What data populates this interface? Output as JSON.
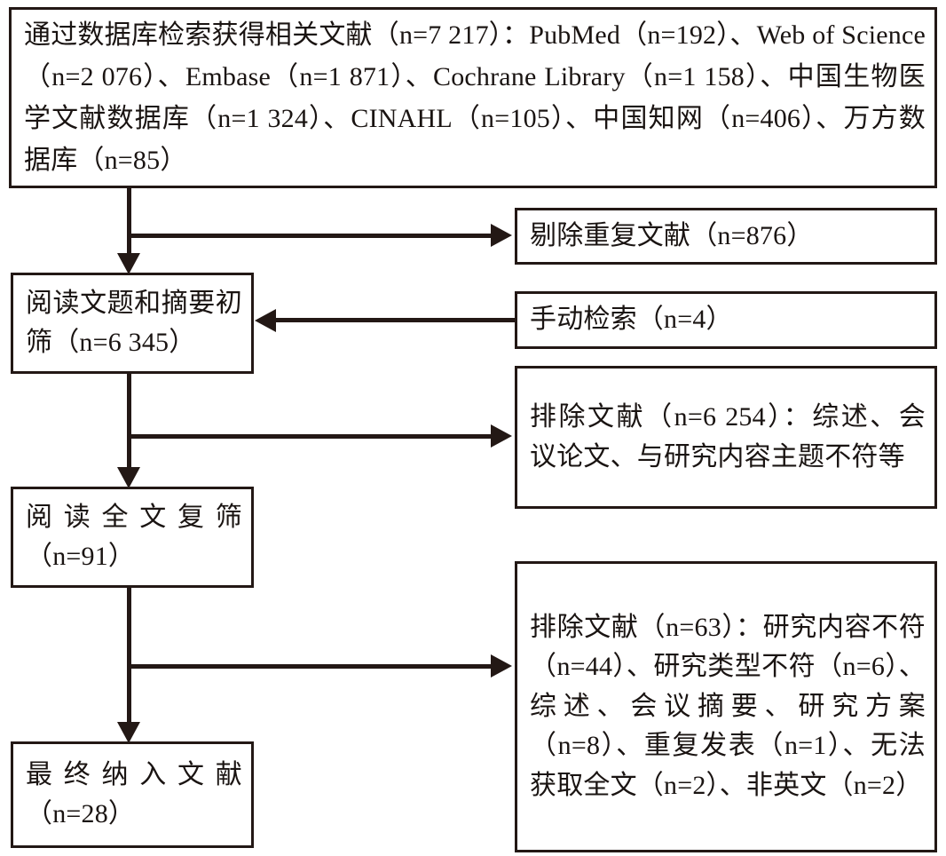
{
  "diagram": {
    "type": "prisma-flow-diagram",
    "title": "",
    "colors": {
      "stroke": "#231815",
      "text": "#1a1412",
      "background": "#ffffff"
    },
    "nodes": {
      "search": {
        "label": "通过数据库检索获得相关文献（n=7 217）：PubMed（n=192）、Web of Science（n=2 076）、Embase（n=1 871）、Cochrane Library（n=1 158）、中国生物医学文献数据库（n=1 324）、CINAHL（n=105）、中国知网（n=406）、万方数据库（n=85）",
        "total": 7217,
        "sources": [
          {
            "name": "PubMed",
            "n": 192
          },
          {
            "name": "Web of Science",
            "n": 2076
          },
          {
            "name": "Embase",
            "n": 1871
          },
          {
            "name": "Cochrane Library",
            "n": 1158
          },
          {
            "name": "中国生物医学文献数据库",
            "n": 1324
          },
          {
            "name": "CINAHL",
            "n": 105
          },
          {
            "name": "中国知网",
            "n": 406
          },
          {
            "name": "万方数据库",
            "n": 85
          }
        ]
      },
      "duplicates_removed": {
        "label": "剔除重复文献（n=876）",
        "n": 876
      },
      "manual_search": {
        "label": "手动检索（n=4）",
        "n": 4
      },
      "screening_title_abstract": {
        "label": "阅读文题和摘要初筛（n=6 345）",
        "n": 6345
      },
      "excluded_screening": {
        "label": "排除文献（n=6 254）：综述、会议论文、与研究内容主题不符等",
        "n": 6254,
        "reasons": [
          "综述",
          "会议论文",
          "与研究内容主题不符等"
        ]
      },
      "fulltext_review": {
        "label": "阅读全文复筛（n=91）",
        "n": 91
      },
      "excluded_fulltext": {
        "label": "排除文献（n=63）：研究内容不符（n=44）、研究类型不符（n=6）、综述、会议摘要、研究方案（n=8）、重复发表（n=1）、无法获取全文（n=2）、非英文（n=2）",
        "n": 63,
        "reasons": [
          {
            "name": "研究内容不符",
            "n": 44
          },
          {
            "name": "研究类型不符",
            "n": 6
          },
          {
            "name": "综述、会议摘要、研究方案",
            "n": 8
          },
          {
            "name": "重复发表",
            "n": 1
          },
          {
            "name": "无法获取全文",
            "n": 2
          },
          {
            "name": "非英文",
            "n": 2
          }
        ]
      },
      "final_included": {
        "label": "最终纳入文献（n=28）",
        "n": 28
      }
    },
    "edges": [
      {
        "from": "search",
        "to": "screening_title_abstract",
        "direction": "down"
      },
      {
        "from": "search",
        "to": "duplicates_removed",
        "direction": "right"
      },
      {
        "from": "manual_search",
        "to": "screening_title_abstract",
        "direction": "left"
      },
      {
        "from": "screening_title_abstract",
        "to": "fulltext_review",
        "direction": "down"
      },
      {
        "from": "screening_title_abstract",
        "to": "excluded_screening",
        "direction": "right"
      },
      {
        "from": "fulltext_review",
        "to": "final_included",
        "direction": "down"
      },
      {
        "from": "fulltext_review",
        "to": "excluded_fulltext",
        "direction": "right"
      }
    ]
  }
}
